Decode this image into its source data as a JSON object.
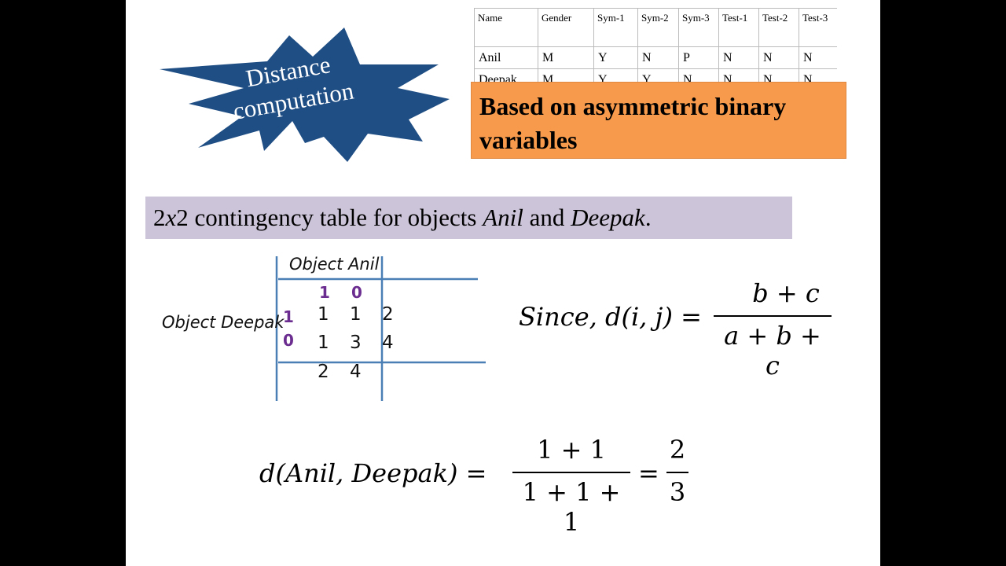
{
  "burst": {
    "line1": "Distance",
    "line2": "computation",
    "color": "#1f4e85"
  },
  "table": {
    "headers": [
      "Name",
      "Gender",
      "Sym-1",
      "Sym-2",
      "Sym-3",
      "Test-1",
      "Test-2",
      "Test-3"
    ],
    "rows": [
      [
        "Anil",
        "M",
        "Y",
        "N",
        "P",
        "N",
        "N",
        "N"
      ],
      [
        "Deepak",
        "M",
        "Y",
        "Y",
        "N",
        "N",
        "N",
        "N"
      ]
    ]
  },
  "callout": {
    "text": "Based on asymmetric binary variables",
    "color": "#f79a4b"
  },
  "banner": {
    "prefix": "2",
    "x": "x",
    "suffix": "2 contingency table for objects ",
    "obj1": "Anil",
    "and": " and ",
    "obj2": "Deepak",
    "end": ".",
    "color": "#ccc4d8"
  },
  "contingency": {
    "col_label": "Object Anil",
    "row_label": "Object Deepak",
    "col_headers": [
      "1",
      "0"
    ],
    "row_headers": [
      "1",
      "0"
    ],
    "cells": [
      [
        "1",
        "1",
        "2"
      ],
      [
        "1",
        "3",
        "4"
      ]
    ],
    "col_totals": [
      "2",
      "4"
    ],
    "header_color": "#6b2d8f",
    "line_color": "#4a7fb5"
  },
  "formula1": {
    "lhs": "Since, d(i, j) =",
    "numerator": "b + c",
    "denominator": "a + b + c"
  },
  "formula2": {
    "lhs": "d(Anil, Deepak) =",
    "numerator": "1 + 1",
    "denominator": "1 + 1 + 1",
    "equals": "=",
    "result_numerator": "2",
    "result_denominator": "3"
  }
}
